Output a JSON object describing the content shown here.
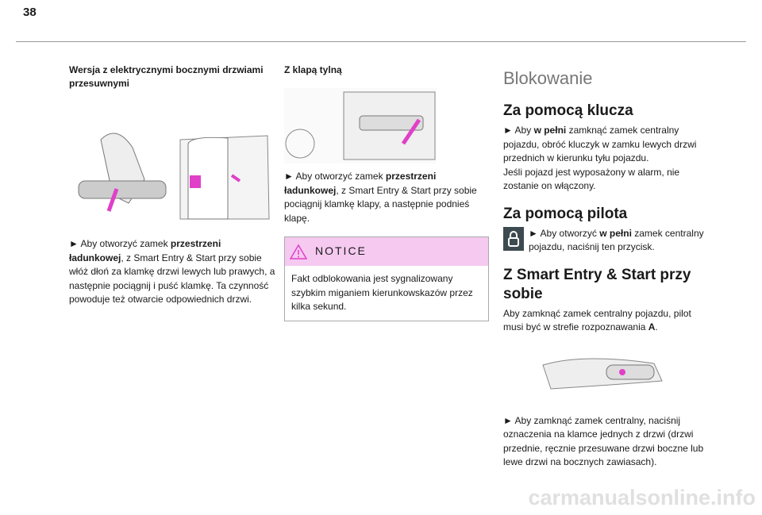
{
  "page_number": "38",
  "col1": {
    "heading": "Wersja z elektrycznymi bocznymi drzwiami przesuwnymi",
    "p_pre": "► Aby otworzyć zamek ",
    "p_bold": "przestrzeni ładunkowej",
    "p_post": ", z Smart Entry & Start przy sobie włóż dłoń za klamkę drzwi lewych lub prawych, a następnie pociągnij i puść klamkę. Ta czynność powoduje też otwarcie odpowiednich drzwi."
  },
  "col2": {
    "heading": "Z klapą tylną",
    "p_pre": "► Aby otworzyć zamek ",
    "p_bold": "przestrzeni ładunkowej",
    "p_post": ", z Smart Entry & Start przy sobie pociągnij klamkę klapy, a następnie podnieś klapę.",
    "notice": {
      "title": "NOTICE",
      "text": "Fakt odblokowania jest sygnalizowany szybkim miganiem kierunkowskazów przez kilka sekund."
    }
  },
  "col3": {
    "title": "Blokowanie",
    "s1": {
      "heading": "Za pomocą klucza",
      "p_pre": "► Aby ",
      "p_bold": "w pełni",
      "p_post": " zamknąć zamek centralny pojazdu, obróć kluczyk w zamku lewych drzwi przednich w kierunku tyłu pojazdu.",
      "p2": "Jeśli pojazd jest wyposażony w alarm, nie zostanie on włączony."
    },
    "s2": {
      "heading": "Za pomocą pilota",
      "p_pre": "► Aby otworzyć ",
      "p_bold": "w pełni",
      "p_post": " zamek centralny pojazdu, naciśnij ten przycisk."
    },
    "s3": {
      "heading": "Z Smart Entry & Start przy sobie",
      "p1_pre": "Aby zamknąć zamek centralny pojazdu, pilot musi być w strefie rozpoznawania ",
      "p1_bold": "A",
      "p1_post": ".",
      "p2": "► Aby zamknąć zamek centralny, naciśnij oznaczenia na klamce jednych z drzwi (drzwi przednie, ręcznie przesuwane drzwi boczne lub lewe drzwi na bocznych zawiasach)."
    }
  },
  "watermark": "carmanualsonline.info",
  "colors": {
    "notice_bg": "#f5c9f0",
    "accent": "#e040c8"
  }
}
